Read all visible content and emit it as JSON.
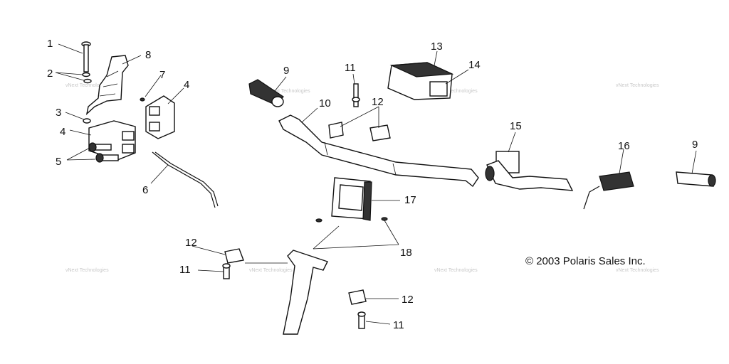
{
  "copyright": "© 2003 Polaris Sales Inc.",
  "watermark": "vNext Technologies",
  "callouts": [
    "1",
    "2",
    "3",
    "4",
    "4",
    "5",
    "6",
    "7",
    "8",
    "9",
    "9",
    "10",
    "11",
    "11",
    "11",
    "12",
    "12",
    "12",
    "12",
    "13",
    "14",
    "15",
    "16",
    "17",
    "18"
  ]
}
